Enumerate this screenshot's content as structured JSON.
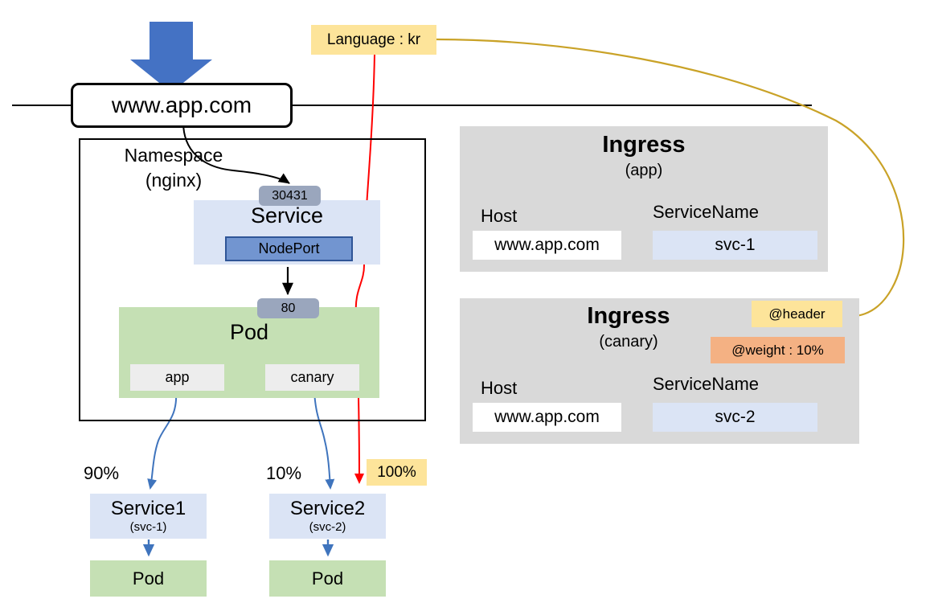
{
  "diagram": {
    "title": "Kubernetes Ingress Canary Routing Diagram",
    "colors": {
      "arrow_blue": "#4472c4",
      "service_blue": "#dbe4f5",
      "pod_green": "#c5e0b4",
      "panel_gray": "#d9d9d9",
      "port_chip_gray": "#9aa6bd",
      "nodeport_blue": "#7295d0",
      "nodeport_border": "#2f5597",
      "badge_yellow": "#fde49a",
      "badge_orange": "#f4b183",
      "header_line_yellow": "#c9a227",
      "canary_red": "#ff0000",
      "container_gray": "#ededed"
    }
  },
  "entry": {
    "host_pill_label": "www.app.com",
    "traffic_arrow": "down-arrow-icon"
  },
  "language_badge": {
    "label": "Language : kr"
  },
  "namespace": {
    "title": "Namespace",
    "subtitle": "(nginx)",
    "node_port_number": "30431",
    "service": {
      "title": "Service",
      "type_label": "NodePort"
    },
    "target_port_number": "80",
    "pod": {
      "title": "Pod",
      "containers": [
        {
          "label": "app"
        },
        {
          "label": "canary"
        }
      ]
    }
  },
  "ingresses": [
    {
      "title": "Ingress",
      "subtitle": "(app)",
      "host_label": "Host",
      "host_value": "www.app.com",
      "servicename_label": "ServiceName",
      "servicename_value": "svc-1",
      "annotations": []
    },
    {
      "title": "Ingress",
      "subtitle": "(canary)",
      "host_label": "Host",
      "host_value": "www.app.com",
      "servicename_label": "ServiceName",
      "servicename_value": "svc-2",
      "annotations": [
        {
          "label": "@header"
        },
        {
          "label": "@weight : 10%"
        }
      ]
    }
  ],
  "downstream": [
    {
      "percent": "90%",
      "service_name": "Service1",
      "service_sub": "(svc-1)",
      "pod_label": "Pod"
    },
    {
      "percent": "10%",
      "service_name": "Service2",
      "service_sub": "(svc-2)",
      "pod_label": "Pod"
    }
  ],
  "canary_override": {
    "percent_badge": "100%"
  }
}
